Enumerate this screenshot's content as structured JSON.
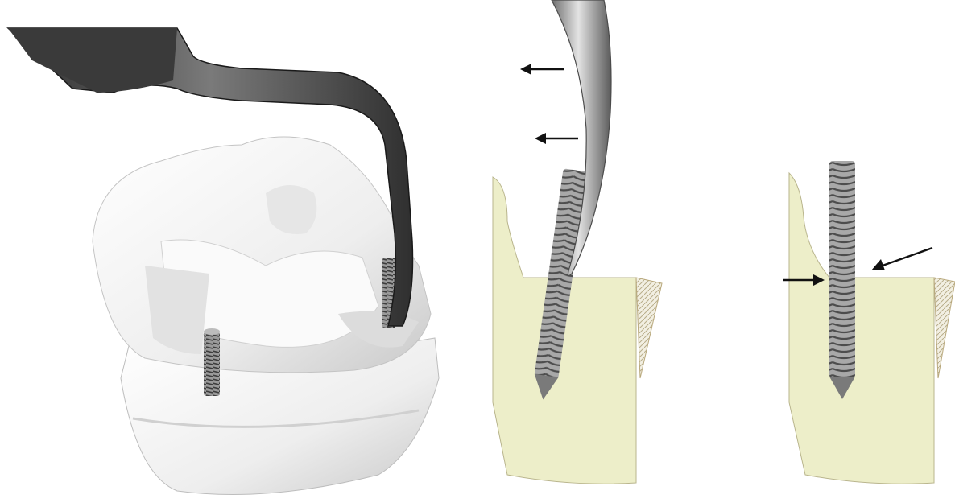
{
  "figure": {
    "panels": [
      {
        "id": "photo",
        "subject": "gypsum-model-with-pins-and-plier"
      },
      {
        "id": "diagram-middle",
        "subject": "screw-being-bent-by-instrument"
      },
      {
        "id": "diagram-right",
        "subject": "screw-in-bone-with-arrows"
      }
    ]
  },
  "colors": {
    "background": "#ffffff",
    "bone": "#edeec9",
    "bone_edge": "#b9b58d",
    "metal_dark": "#3b3b3b",
    "metal_light": "#d6d6d6",
    "model_white": "#f2f2f2",
    "arrow": "#111111"
  }
}
